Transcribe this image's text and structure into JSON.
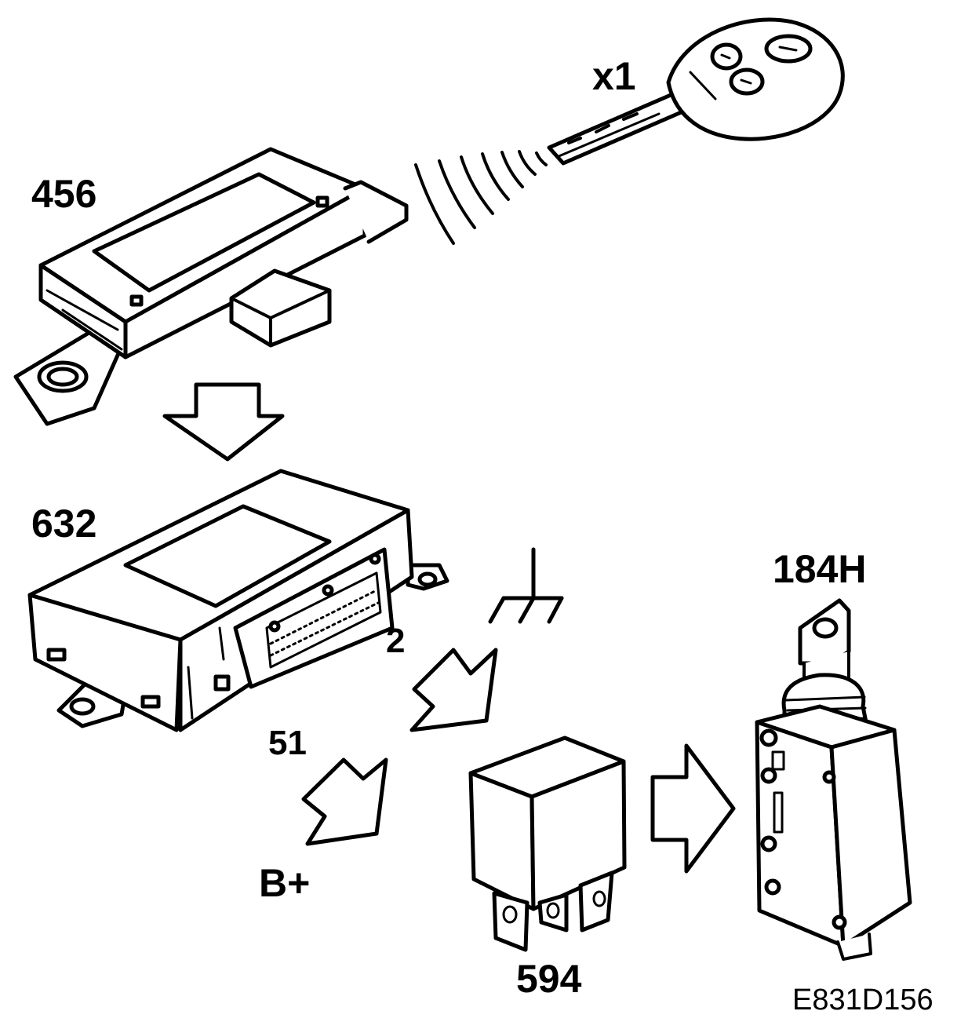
{
  "labels": {
    "key": "x1",
    "receiver": "456",
    "control_module": "632",
    "output_pin": "2",
    "supply_pin": "51",
    "battery": "B+",
    "relay": "594",
    "actuator": "184H",
    "figure_ref": "E831D156"
  },
  "colors": {
    "line": "#000000",
    "background": "#ffffff"
  }
}
